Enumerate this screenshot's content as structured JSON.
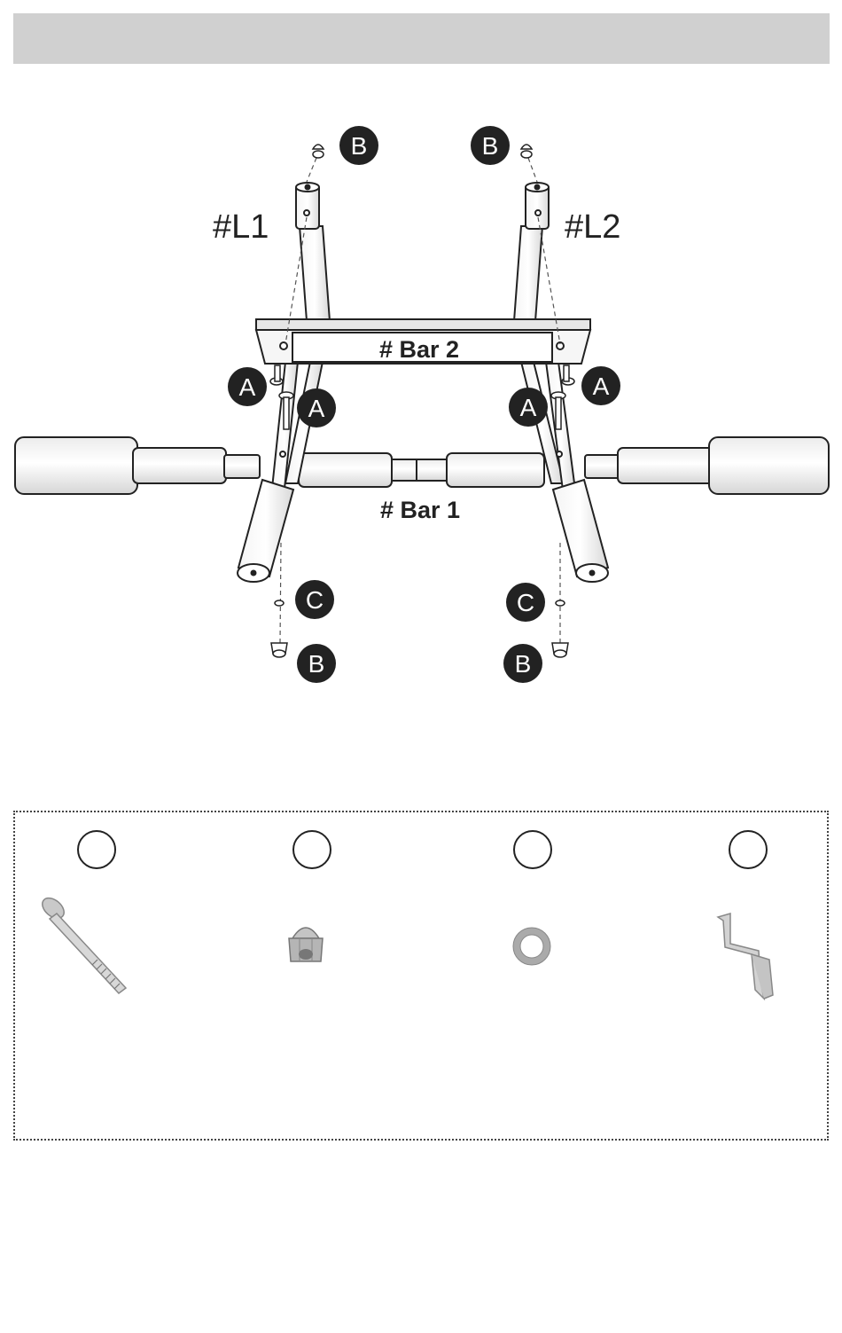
{
  "header": {
    "fill_color": "#d0d0d0"
  },
  "diagram": {
    "leg_left_label": "#L1",
    "leg_right_label": "#L2",
    "top_bar_label": "# Bar 2",
    "bottom_bar_label": "# Bar 1",
    "callouts": {
      "bolt": "A",
      "nut": "B",
      "washer": "C"
    }
  },
  "parts": [
    {
      "icon": "carriage-bolt-icon"
    },
    {
      "icon": "cap-nut-icon"
    },
    {
      "icon": "washer-icon"
    },
    {
      "icon": "bracket-clip-icon"
    }
  ]
}
